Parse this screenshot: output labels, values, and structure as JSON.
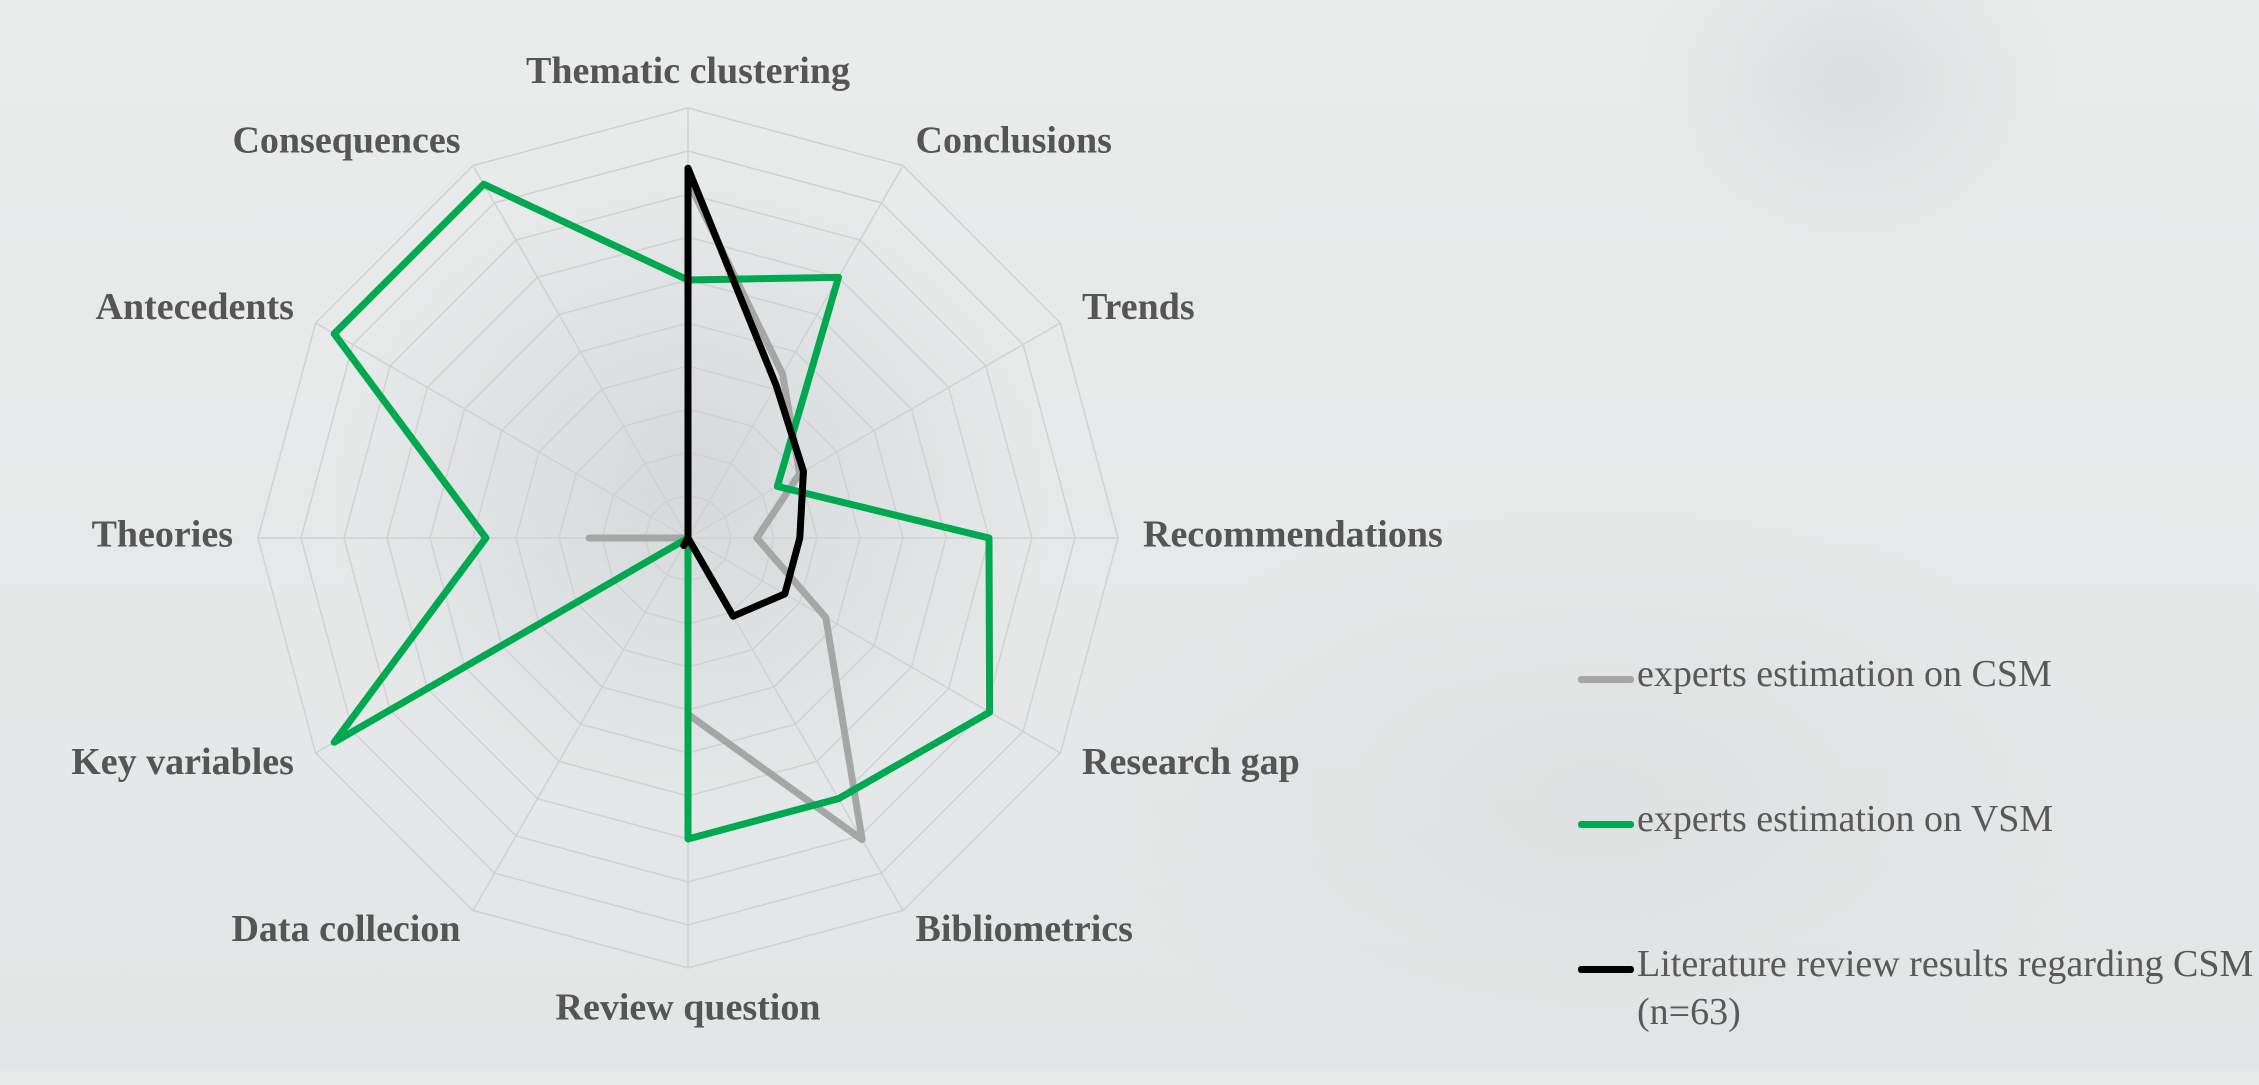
{
  "chart_data": {
    "type": "radar",
    "categories": [
      "Thematic clustering",
      "Conclusions",
      "Trends",
      "Recommendations",
      "Research gap",
      "Bibliometrics",
      "Review question",
      "Data collecion",
      "Key variables",
      "Theories",
      "Antecedents",
      "Consequences"
    ],
    "rlim": [
      0,
      10
    ],
    "grid": true,
    "legend_position": "bottom-right",
    "series": [
      {
        "name": "experts estimation on CSM",
        "color": "#a6a6a6",
        "values": [
          8.3,
          4.4,
          3.0,
          1.6,
          3.7,
          8.1,
          4.1,
          0,
          0,
          2.3,
          0,
          0
        ]
      },
      {
        "name": "experts estimation on VSM",
        "color": "#00a94f",
        "values": [
          6.0,
          7.0,
          2.4,
          7.0,
          8.1,
          7.0,
          7.0,
          0,
          9.5,
          4.7,
          9.5,
          9.5
        ]
      },
      {
        "name": "Literature review results regarding CSM (n=63)",
        "color": "#000000",
        "values": [
          8.6,
          4.1,
          3.1,
          2.6,
          2.6,
          2.1,
          0,
          0.2,
          0,
          0,
          0,
          0
        ]
      }
    ]
  }
}
